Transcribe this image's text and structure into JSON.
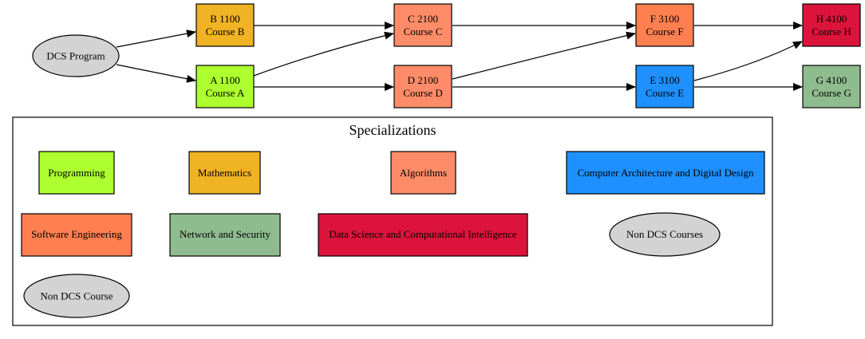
{
  "colors": {
    "programming": "#adff2f",
    "mathematics": "#f0b323",
    "algorithms": "#ff8c69",
    "architecture": "#1e90ff",
    "software": "#ff7f50",
    "network": "#8fbc8f",
    "datascience": "#dc143c",
    "nondcs": "#d3d3d3"
  },
  "nodes": {
    "dcs": {
      "label": "DCS Program"
    },
    "b1100": {
      "code": "B 1100",
      "name": "Course B"
    },
    "a1100": {
      "code": "A 1100",
      "name": "Course A"
    },
    "c2100": {
      "code": "C 2100",
      "name": "Course C"
    },
    "d2100": {
      "code": "D 2100",
      "name": "Course D"
    },
    "f3100": {
      "code": "F 3100",
      "name": "Course F"
    },
    "e3100": {
      "code": "E 3100",
      "name": "Course E"
    },
    "h4100": {
      "code": "H 4100",
      "name": "Course H"
    },
    "g4100": {
      "code": "G 4100",
      "name": "Course G"
    }
  },
  "legend": {
    "title": "Specializations",
    "programming": "Programming",
    "mathematics": "Mathematics",
    "algorithms": "Algorithms",
    "architecture": "Computer Architecture and Digital Design",
    "software": "Software Engineering",
    "network": "Network and Security",
    "datascience": "Data Science and Computational Intelligence",
    "nondcs_plural": "Non DCS Courses",
    "nondcs_single": "Non DCS Course"
  }
}
